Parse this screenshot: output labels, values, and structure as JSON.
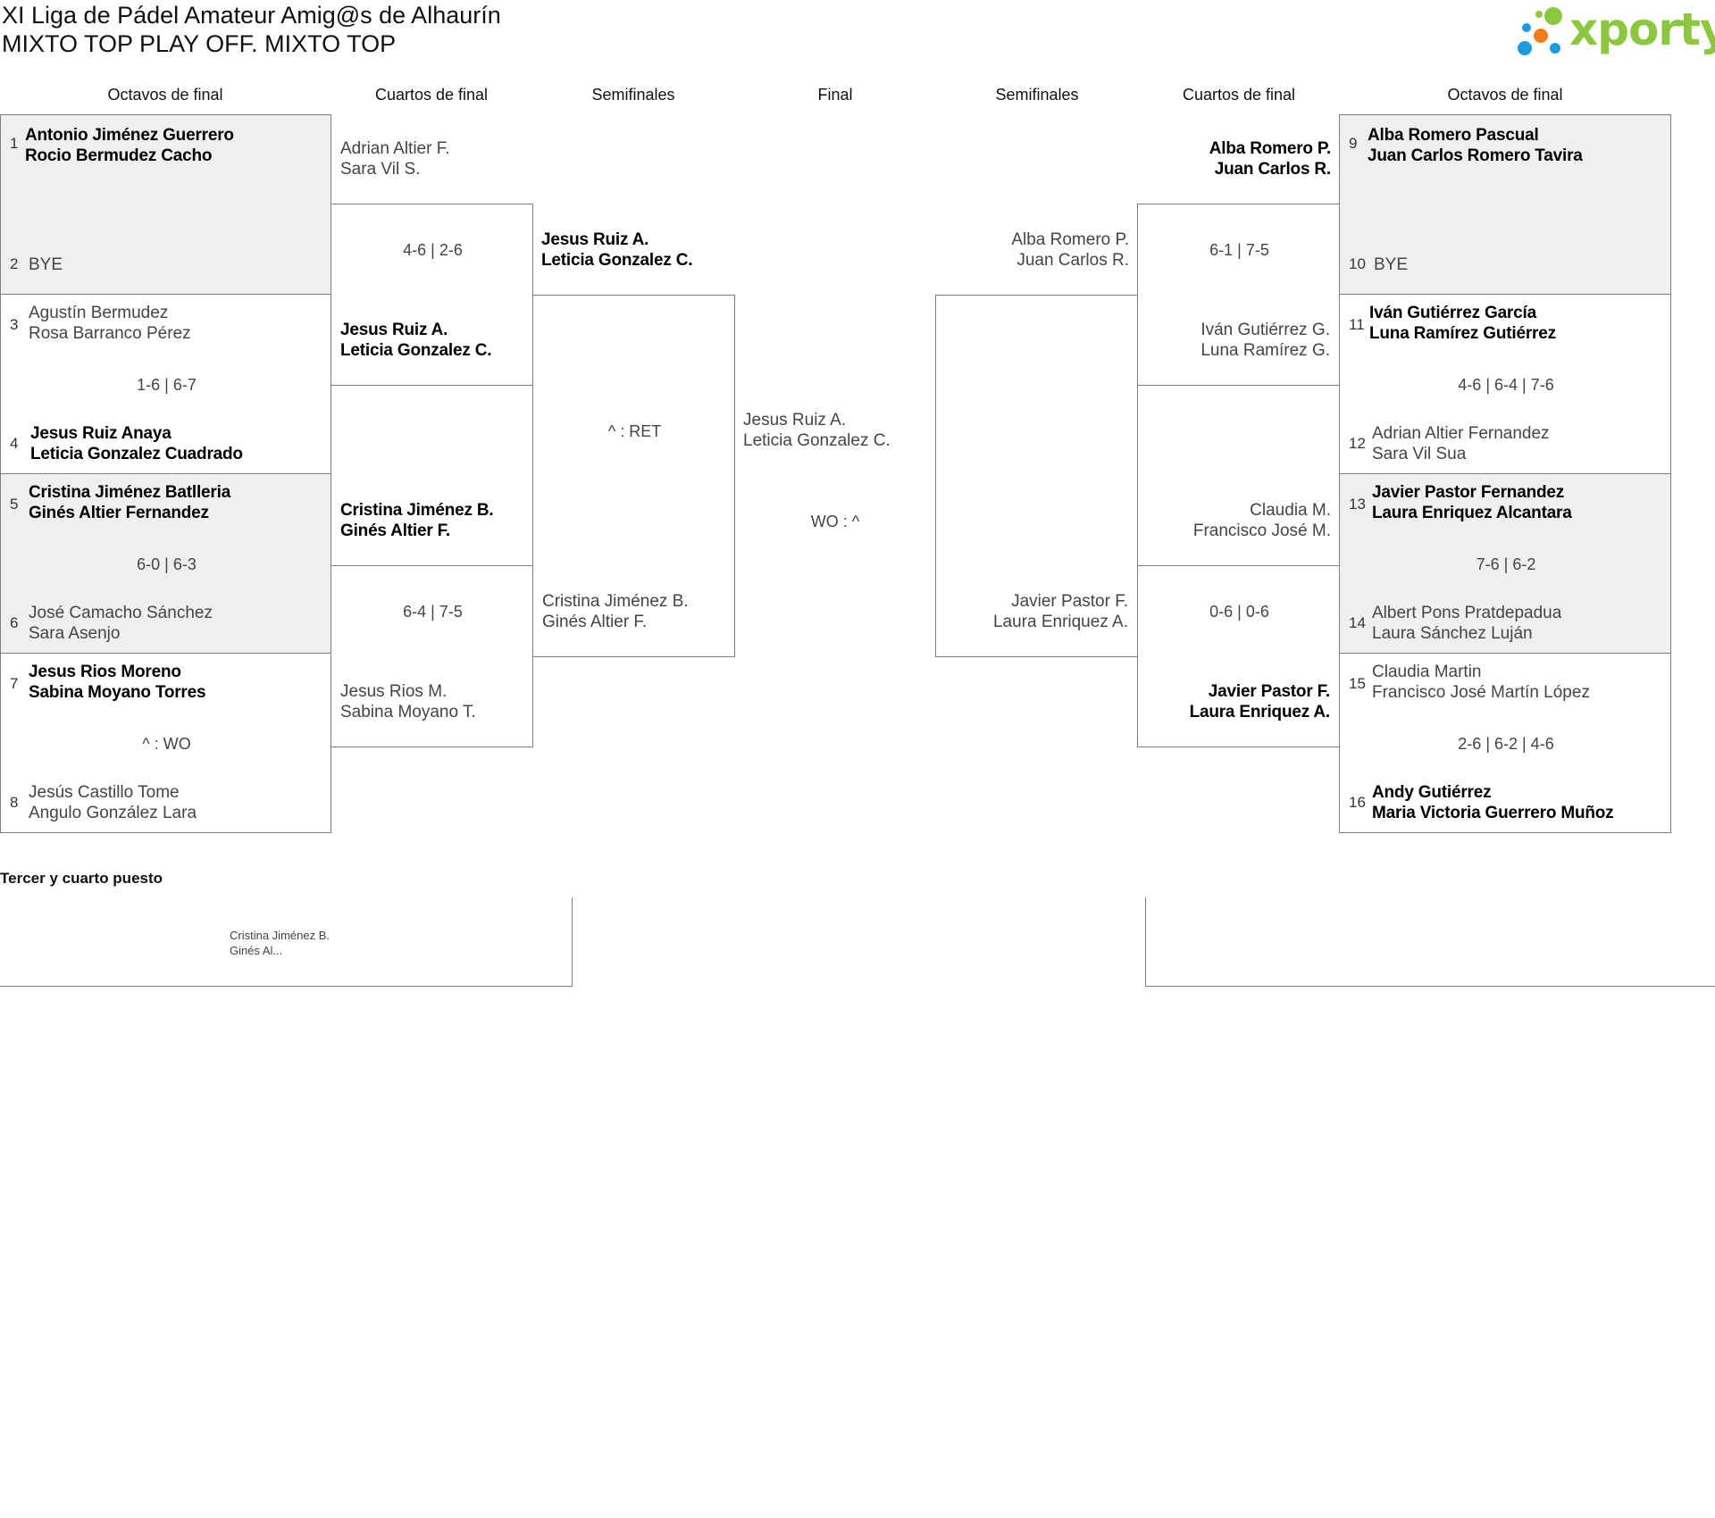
{
  "header": {
    "title": "XI Liga de Pádel Amateur Amig@s de Alhaurín",
    "subtitle": "MIXTO TOP PLAY OFF. MIXTO TOP",
    "logo_text": "xporty",
    "logo_colors": [
      "#1e9be0",
      "#f07d1a",
      "#8dc63f"
    ]
  },
  "rounds": {
    "r16_left": "Octavos de final",
    "qf_left": "Cuartos de final",
    "sf_left": "Semifinales",
    "final": "Final",
    "sf_right": "Semifinales",
    "qf_right": "Cuartos de final",
    "r16_right": "Octavos de final"
  },
  "left_r16": [
    {
      "seed_a": "1",
      "a1": "Antonio Jiménez Guerrero",
      "a2": "Rocio Bermudez Cacho",
      "score": "",
      "seed_b": "2",
      "b1": "BYE",
      "b2": ""
    },
    {
      "seed_a": "3",
      "a1": "Agustín Bermudez",
      "a2": "Rosa Barranco Pérez",
      "score": "1-6 | 6-7",
      "seed_b": "4",
      "b1": "Jesus Ruiz Anaya",
      "b2": "Leticia Gonzalez Cuadrado"
    },
    {
      "seed_a": "5",
      "a1": "Cristina Jiménez Batlleria",
      "a2": "Ginés Altier Fernandez",
      "score": "6-0 | 6-3",
      "seed_b": "6",
      "b1": "José Camacho Sánchez",
      "b2": "Sara Asenjo"
    },
    {
      "seed_a": "7",
      "a1": "Jesus Rios Moreno",
      "a2": "Sabina Moyano Torres",
      "score": "^ : WO",
      "seed_b": "8",
      "b1": "Jesús Castillo Tome",
      "b2": "Angulo González Lara"
    }
  ],
  "left_qf": [
    {
      "a1": "Adrian Altier F.",
      "a2": "Sara Vil S.",
      "score": "4-6 | 2-6",
      "b1": "Jesus Ruiz A.",
      "b2": "Leticia Gonzalez C."
    },
    {
      "a1": "Cristina Jiménez B.",
      "a2": "Ginés Altier F.",
      "score": "6-4 | 7-5",
      "b1": "Jesus Rios M.",
      "b2": "Sabina Moyano T."
    }
  ],
  "left_sf": {
    "a1": "Jesus Ruiz A.",
    "a2": "Leticia Gonzalez C.",
    "score": "^ : RET",
    "b1": "Cristina Jiménez B.",
    "b2": "Ginés Altier F."
  },
  "final": {
    "a1": "Jesus Ruiz A.",
    "a2": "Leticia Gonzalez C.",
    "score": "WO : ^"
  },
  "right_sf": {
    "a1": "Alba Romero P.",
    "a2": "Juan Carlos R.",
    "b1": "Javier Pastor F.",
    "b2": "Laura Enriquez A."
  },
  "right_qf": [
    {
      "a1": "Alba Romero P.",
      "a2": "Juan Carlos R.",
      "score": "6-1 | 7-5",
      "b1": "Iván Gutiérrez G.",
      "b2": "Luna Ramírez G."
    },
    {
      "a1": "Claudia M.",
      "a2": "Francisco José M.",
      "score": "0-6 | 0-6",
      "b1": "Javier Pastor F.",
      "b2": "Laura Enriquez A."
    }
  ],
  "right_r16": [
    {
      "seed_a": "9",
      "a1": "Alba Romero Pascual",
      "a2": "Juan Carlos Romero Tavira",
      "score": "",
      "seed_b": "10",
      "b1": "BYE",
      "b2": ""
    },
    {
      "seed_a": "11",
      "a1": "Iván Gutiérrez García",
      "a2": "Luna Ramírez Gutiérrez",
      "score": "4-6 | 6-4 | 7-6",
      "seed_b": "12",
      "b1": "Adrian Altier Fernandez",
      "b2": "Sara Vil Sua"
    },
    {
      "seed_a": "13",
      "a1": "Javier Pastor Fernandez",
      "a2": "Laura Enriquez Alcantara",
      "score": "7-6 | 6-2",
      "seed_b": "14",
      "b1": "Albert Pons Pratdepadua",
      "b2": "Laura Sánchez Luján"
    },
    {
      "seed_a": "15",
      "a1": "Claudia Martin",
      "a2": "Francisco José Martín López",
      "score": "2-6 | 6-2 | 4-6",
      "seed_b": "16",
      "b1": "Andy Gutiérrez",
      "b2": "Maria Victoria Guerrero Muñoz"
    }
  ],
  "third_place": {
    "title": "Tercer y cuarto puesto",
    "p1": "Cristina Jiménez B.",
    "p2": "Ginés Al..."
  }
}
